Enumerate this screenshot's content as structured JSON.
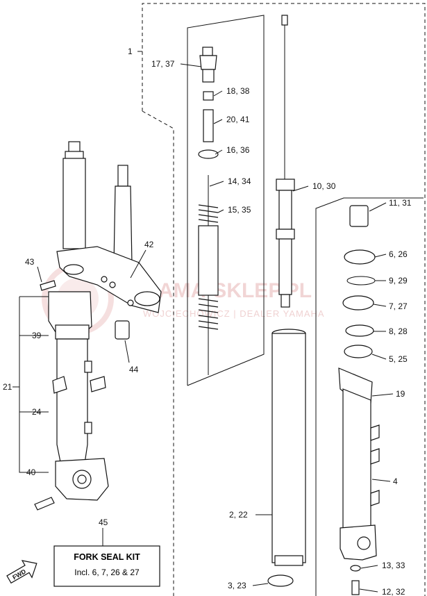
{
  "watermark": {
    "main": "AMA-SKLEP.PL",
    "sub": "WOJCIECHOWICZ | DEALER YAMAHA"
  },
  "callouts": {
    "c1": "1",
    "c17_37": "17, 37",
    "c18_38": "18, 38",
    "c20_41": "20, 41",
    "c16_36": "16, 36",
    "c14_34": "14, 34",
    "c15_35": "15, 35",
    "c10_30": "10, 30",
    "c11_31": "11, 31",
    "c6_26": "6, 26",
    "c9_29": "9, 29",
    "c7_27": "7, 27",
    "c8_28": "8, 28",
    "c5_25": "5, 25",
    "c19": "19",
    "c4": "4",
    "c2_22": "2, 22",
    "c3_23": "3, 23",
    "c13_33": "13, 33",
    "c12_32": "12, 32",
    "c42": "42",
    "c43": "43",
    "c44": "44",
    "c39": "39",
    "c21": "21",
    "c24": "24",
    "c40": "40",
    "c45": "45"
  },
  "kit": {
    "title": "FORK SEAL KIT",
    "subtitle": "Incl. 6, 7, 26 & 27"
  },
  "fwd": "FWD"
}
